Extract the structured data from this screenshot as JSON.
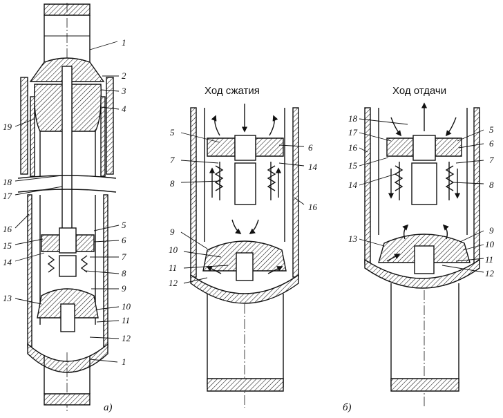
{
  "panels": [
    {
      "caption": "а)"
    },
    {
      "title": "Ход сжатия",
      "caption": "б)"
    },
    {
      "title": "Ход отдачи"
    }
  ],
  "callouts_a": [
    "1",
    "2",
    "3",
    "4",
    "19",
    "18",
    "17",
    "16",
    "5",
    "15",
    "6",
    "14",
    "7",
    "8",
    "9",
    "13",
    "10",
    "11",
    "12",
    "1"
  ],
  "callouts_b": [
    "5",
    "6",
    "7",
    "14",
    "8",
    "16",
    "9",
    "10",
    "11",
    "12"
  ],
  "callouts_c": [
    "18",
    "17",
    "5",
    "16",
    "6",
    "15",
    "7",
    "14",
    "8",
    "9",
    "13",
    "10",
    "11",
    "12"
  ]
}
